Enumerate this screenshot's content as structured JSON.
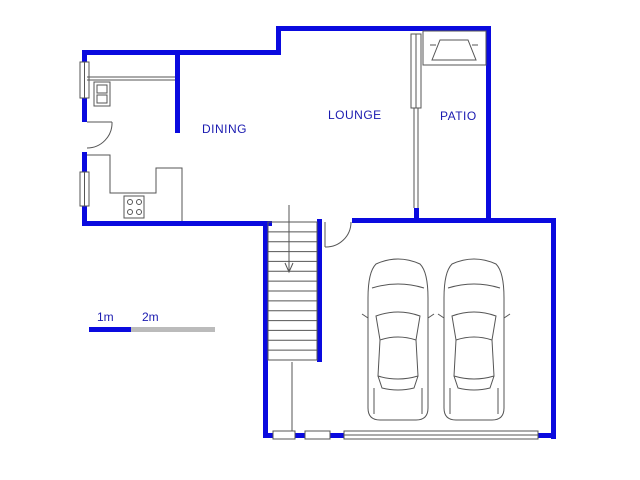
{
  "rooms": {
    "dining": "DINING",
    "lounge": "LOUNGE",
    "patio": "PATIO"
  },
  "scale_bar": {
    "label_1": "1m",
    "label_2": "2m"
  },
  "colors": {
    "wall": "#0a0adf",
    "label": "#1a1ab0",
    "scale_dark": "#0a0adf",
    "scale_light": "#bbbbbb"
  }
}
